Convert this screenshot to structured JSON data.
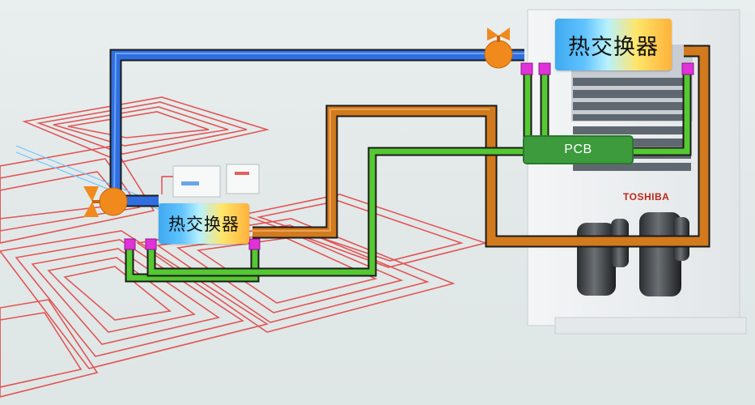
{
  "diagram": {
    "heat_exchanger_top_label": "热交换器",
    "heat_exchanger_left_label": "热交换器",
    "pcb_label": "PCB",
    "outdoor_unit_brand": "TOSHIBA"
  },
  "colors": {
    "blue_pipe": "#2f6fe0",
    "orange_pipe": "#d27a1e",
    "green_pipe": "#55c832",
    "pipe_outline": "#1a1a1a",
    "port_marker": "#e032d8",
    "floor_heating_coil": "#e24646",
    "valve": "#f08a1c"
  }
}
